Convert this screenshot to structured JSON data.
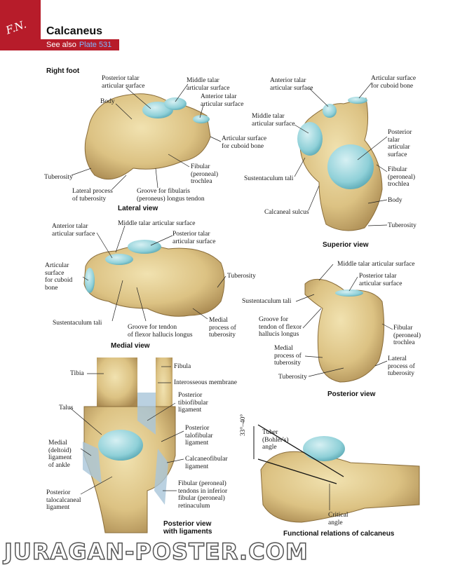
{
  "header": {
    "title": "Calcaneus",
    "see_also": "See also",
    "plate_ref": "Plate 531"
  },
  "section_label": "Right foot",
  "views": {
    "lateral": {
      "title": "Lateral view",
      "labels": {
        "posterior_talar": "Posterior talar\narticular surface",
        "middle_talar": "Middle talar\narticular surface",
        "anterior_talar": "Anterior talar\narticular surface",
        "body": "Body",
        "cuboid": "Articular surface\nfor cuboid bone",
        "tuberosity": "Tuberosity",
        "fibular_trochlea": "Fibular\n(peroneal)\ntrochlea",
        "lateral_process": "Lateral process\nof tuberosity",
        "groove_fibularis": "Groove for fibularis\n(peroneus) longus tendon"
      }
    },
    "superior": {
      "title": "Superior view",
      "labels": {
        "anterior_talar": "Anterior talar\narticular surface",
        "cuboid": "Articular surface\nfor cuboid bone",
        "middle_talar": "Middle talar\narticular surface",
        "posterior_talar": "Posterior\ntalar\narticular\nsurface",
        "sustentaculum": "Sustentaculum tali",
        "fibular_trochlea": "Fibular\n(peroneal)\ntrochlea",
        "body": "Body",
        "calcaneal_sulcus": "Calcaneal sulcus",
        "tuberosity": "Tuberosity"
      }
    },
    "medial": {
      "title": "Medial view",
      "labels": {
        "anterior_talar": "Anterior talar\narticular surface",
        "middle_talar": "Middle talar articular surface",
        "posterior_talar": "Posterior talar\narticular surface",
        "cuboid": "Articular\nsurface\nfor cuboid\nbone",
        "tuberosity": "Tuberosity",
        "sustentaculum": "Sustentaculum tali",
        "groove_fhl": "Groove for tendon\nof flexor hallucis longus",
        "medial_process": "Medial\nprocess of\ntuberosity"
      }
    },
    "posterior": {
      "title": "Posterior view",
      "labels": {
        "middle_talar": "Middle talar articular surface",
        "posterior_talar": "Posterior talar\narticular surface",
        "sustentaculum": "Sustentaculum tali",
        "groove_fhl": "Groove for\ntendon of flexor\nhallucis longus",
        "fibular_trochlea": "Fibular\n(peroneal)\ntrochlea",
        "medial_process": "Medial\nprocess of\ntuberosity",
        "lateral_process": "Lateral\nprocess of\ntuberosity",
        "tuberosity": "Tuberosity"
      }
    },
    "ligaments": {
      "title": "Posterior view\nwith ligaments",
      "labels": {
        "tibia": "Tibia",
        "fibula": "Fibula",
        "interosseous": "Interosseous membrane",
        "talus": "Talus",
        "post_tibiofibular": "Posterior\ntibiofibular\nligament",
        "post_talofibular": "Posterior\ntalofibular\nligament",
        "deltoid": "Medial\n(deltoid)\nligament\nof ankle",
        "calcaneofibular": "Calcaneofibular\nligament",
        "post_talocalcaneal": "Posterior\ntalocalcaneal\nligament",
        "fibular_tendons": "Fibular (peroneal)\ntendons in inferior\nfibular (peroneal)\nretinaculum"
      }
    },
    "functional": {
      "title": "Functional relations of calcaneus",
      "labels": {
        "angle_value": "33°–40°",
        "bohler": "Tuber\n(Bohler's)\nangle",
        "critical": "Critical\nangle"
      }
    }
  },
  "watermark": "JURAGAN-POSTER.COM",
  "colors": {
    "accent_red": "#b71c2a",
    "bone": "#e6d29a",
    "bone_shadow": "#b89a5a",
    "cartilage": "#8fd0d8",
    "ligament": "#a9c6da"
  }
}
